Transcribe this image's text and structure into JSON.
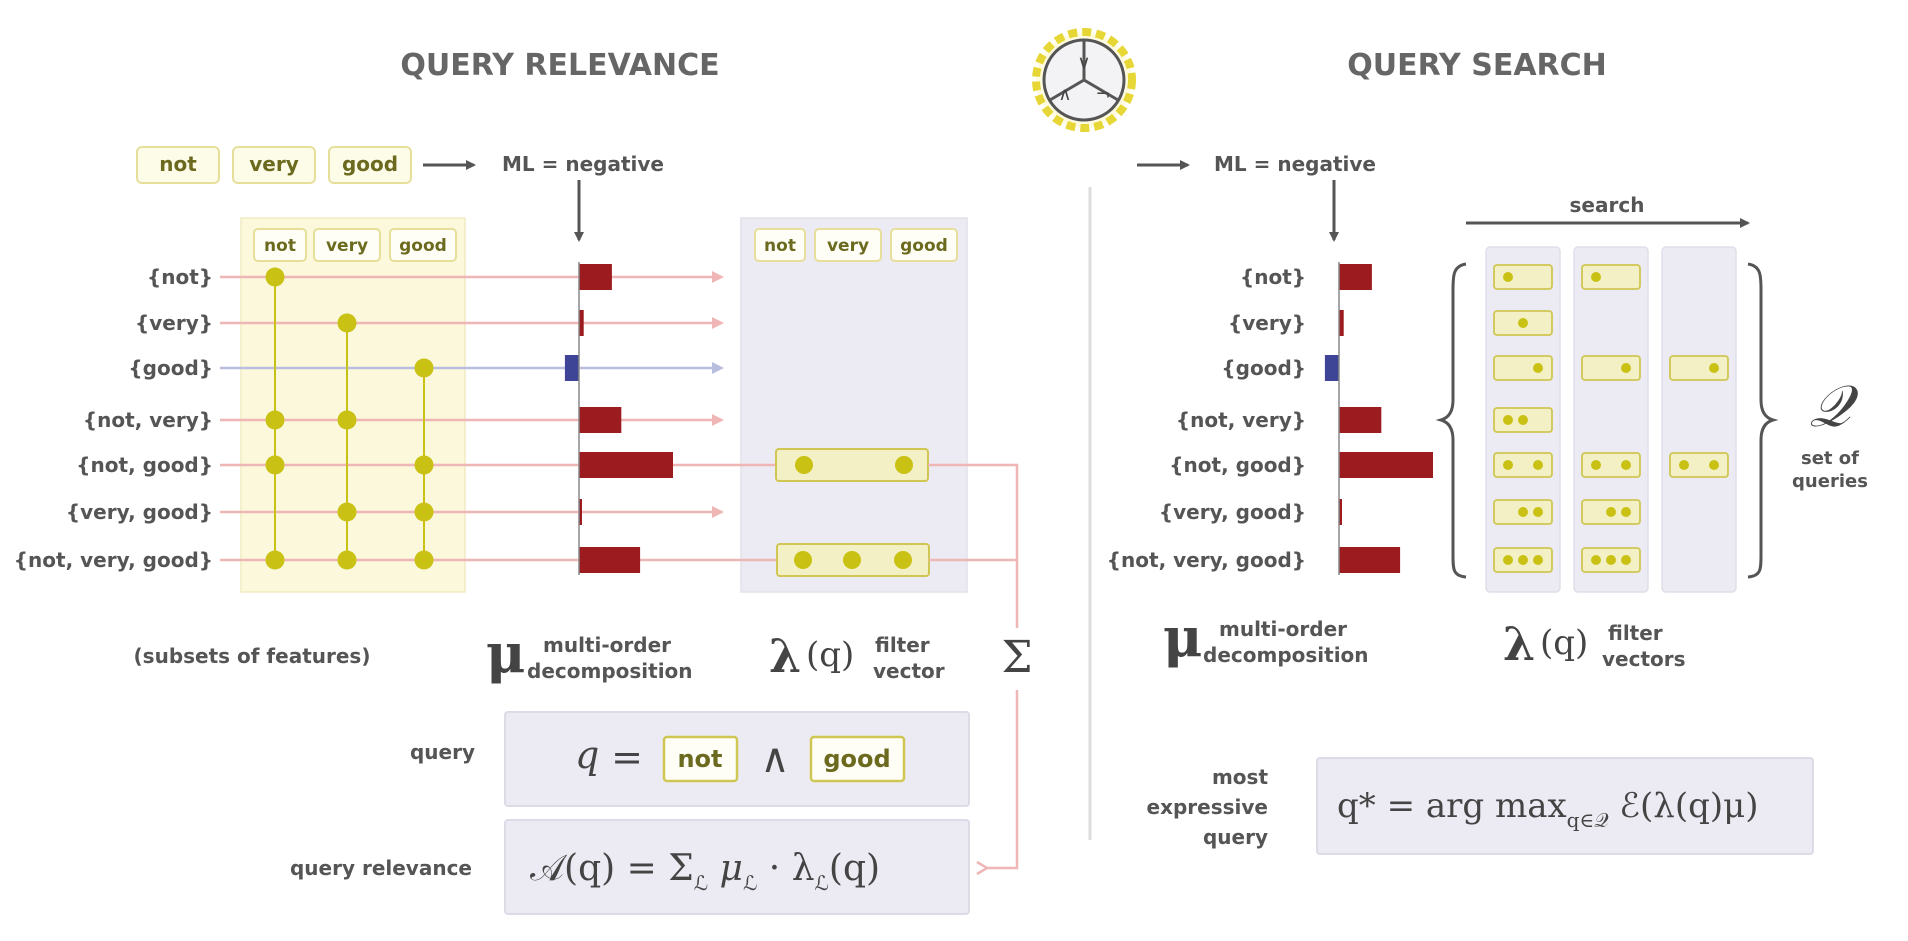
{
  "relevance": {
    "title": "QUERY RELEVANCE",
    "tokens": [
      "not",
      "very",
      "good"
    ],
    "ml_label": "ML = negative",
    "subsets": [
      "{not}",
      "{very}",
      "{good}",
      "{not, very}",
      "{not, good}",
      "{very, good}",
      "{not, very, good}"
    ],
    "membership": [
      [
        1,
        0,
        0
      ],
      [
        0,
        1,
        0
      ],
      [
        0,
        0,
        1
      ],
      [
        1,
        1,
        0
      ],
      [
        1,
        0,
        1
      ],
      [
        0,
        1,
        1
      ],
      [
        1,
        1,
        1
      ]
    ],
    "subsets_caption": "(subsets of features)",
    "mu_symbol": "μ",
    "mu_caption_1": "multi-order",
    "mu_caption_2": "decomposition",
    "lambda_symbol": "λ",
    "lambda_arg": "(q)",
    "lambda_caption_1": "filter",
    "lambda_caption_2": "vector",
    "sum_symbol": "Σ",
    "query_label": "query",
    "query_q": "q",
    "query_eq": "=",
    "query_op": "∧",
    "query_token_1": "not",
    "query_token_2": "good",
    "relevance_label": "query relevance",
    "relevance_formula": "𝒜(q) = Σ",
    "relevance_formula_sub": "ℒ",
    "relevance_formula_rest": " μ",
    "relevance_formula_sub2": "ℒ",
    "relevance_formula_dot": " · λ",
    "relevance_formula_sub3": "ℒ",
    "relevance_formula_end": "(q)"
  },
  "search": {
    "title": "QUERY SEARCH",
    "ml_label": "ML = negative",
    "search_label": "search",
    "subsets": [
      "{not}",
      "{very}",
      "{good}",
      "{not, very}",
      "{not, good}",
      "{very, good}",
      "{not, very, good}"
    ],
    "mu_symbol": "μ",
    "mu_caption_1": "multi-order",
    "mu_caption_2": "decomposition",
    "lambda_symbol": "λ",
    "lambda_arg": "(q)",
    "lambda_caption_1": "filter",
    "lambda_caption_2": "vectors",
    "set_symbol": "𝒬",
    "set_caption_1": "set of",
    "set_caption_2": "queries",
    "most_label_1": "most",
    "most_label_2": "expressive",
    "most_label_3": "query",
    "argmax_formula": "q* = arg max",
    "argmax_sub": "q∈𝒬",
    "argmax_rest": " ℰ(λ(q)μ)"
  },
  "chart_data": {
    "type": "bar",
    "categories": [
      "{not}",
      "{very}",
      "{good}",
      "{not, very}",
      "{not, good}",
      "{very, good}",
      "{not, very, good}"
    ],
    "values": [
      0.35,
      0.05,
      -0.15,
      0.45,
      1.0,
      0.03,
      0.65
    ],
    "xlabel": "",
    "ylabel": ""
  },
  "colors": {
    "positive": "#9b1b1f",
    "negative": "#3f4596",
    "yellow_fill": "#fbf8dc",
    "yellow_border": "#e6df9a",
    "dot": "#c9c214",
    "lavender": "#ecebf3",
    "pink_line": "#efb6b6",
    "blue_line": "#b9bde0",
    "arrow": "#555555"
  },
  "icons": {
    "logo": "gear-logo-icon"
  }
}
